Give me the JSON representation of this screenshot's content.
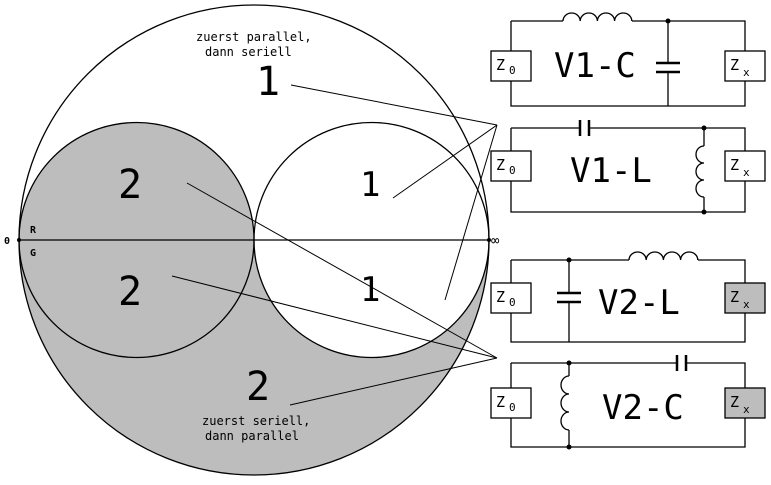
{
  "regions": {
    "region_1_top": "1",
    "region_1_right_top": "1",
    "region_1_right_bottom": "1",
    "region_2_left_top": "2",
    "region_2_left_bottom": "2",
    "region_2_bottom": "2"
  },
  "notes": {
    "top_line1": "zuerst parallel,",
    "top_line2": "dann seriell",
    "bottom_line1": "zuerst seriell,",
    "bottom_line2": "dann parallel"
  },
  "axis": {
    "zero": "0",
    "infinity": "∞",
    "r": "R",
    "g": "G"
  },
  "circuits": [
    {
      "name": "V1-C",
      "z0": "Z",
      "z0_sub": "0",
      "zx": "Z",
      "zx_sub": "x",
      "zx_shaded": false
    },
    {
      "name": "V1-L",
      "z0": "Z",
      "z0_sub": "0",
      "zx": "Z",
      "zx_sub": "x",
      "zx_shaded": false
    },
    {
      "name": "V2-L",
      "z0": "Z",
      "z0_sub": "0",
      "zx": "Z",
      "zx_sub": "x",
      "zx_shaded": true
    },
    {
      "name": "V2-C",
      "z0": "Z",
      "z0_sub": "0",
      "zx": "Z",
      "zx_sub": "x",
      "zx_shaded": true
    }
  ],
  "colors": {
    "shaded": "#bdbdbd",
    "line": "#000000",
    "background": "#ffffff"
  }
}
